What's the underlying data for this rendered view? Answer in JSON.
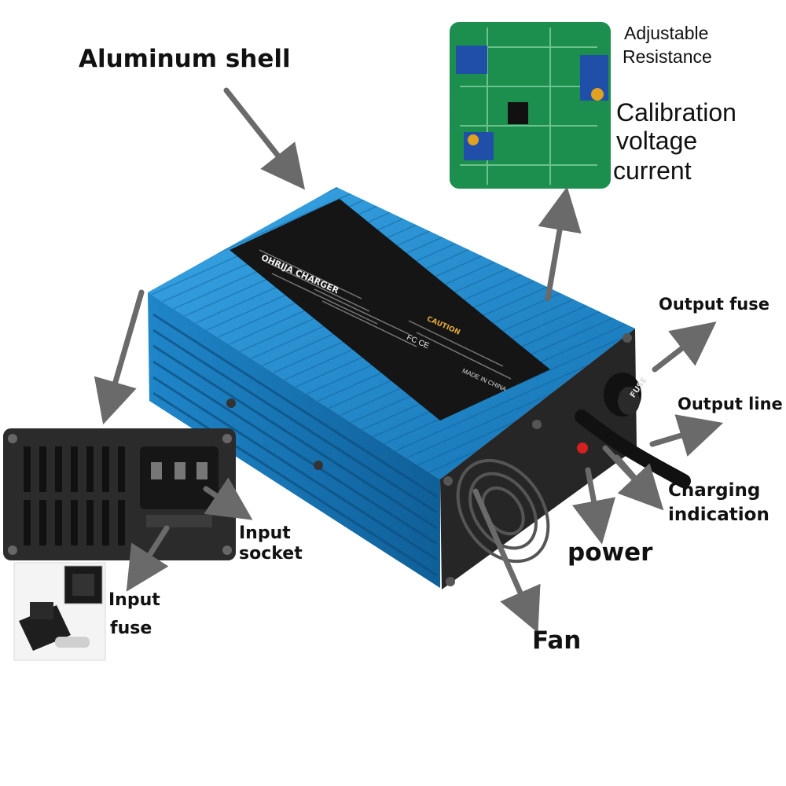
{
  "labels": {
    "aluminum_shell": "Aluminum shell",
    "adjustable_resistance": [
      "Adjustable",
      "Resistance"
    ],
    "calibration": [
      "Calibration",
      "voltage",
      "current"
    ],
    "output_fuse": "Output fuse",
    "output_line": "Output line",
    "charging_indication": [
      "Charging",
      "indication"
    ],
    "power": "power",
    "fan": "Fan",
    "input_socket": [
      "Input",
      "socket"
    ],
    "input_fuse": [
      "Input",
      "fuse"
    ]
  },
  "device": {
    "brand": "OHRIJA CHARGER",
    "caution": "CAUTION",
    "made_in": "MADE IN CHINA",
    "cert_marks": "FC CE",
    "fuse_cap": "FUSE"
  },
  "colors": {
    "shell": "#1f86c9",
    "pcb": "#1c8f4f",
    "arrow": "#6a6a6a",
    "panel": "#2b2b2b"
  }
}
